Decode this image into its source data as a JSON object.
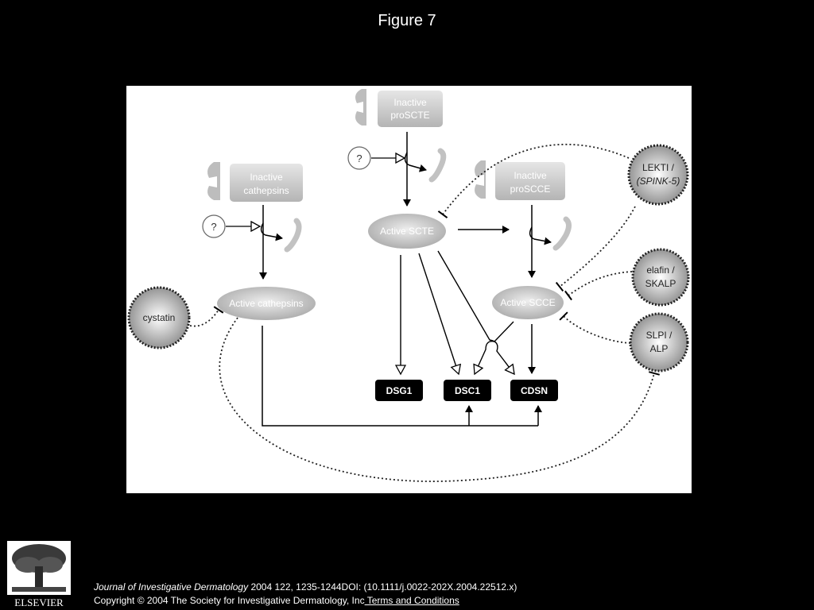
{
  "slide": {
    "title": "Figure 7"
  },
  "diagram": {
    "nodes": {
      "inactive_prosctse": [
        "Inactive",
        "proSCTE"
      ],
      "inactive_cathepsins": [
        "Inactive",
        "cathepsins"
      ],
      "inactive_proscce": [
        "Inactive",
        "proSCCE"
      ],
      "active_scte": "Active SCTE",
      "active_cathepsins": "Active cathepsins",
      "active_scce": "Active SCCE",
      "unknown_activator": "?",
      "lekti": [
        "LEKTI /",
        "(SPINK-5)"
      ],
      "elafin": [
        "elafin /",
        "SKALP"
      ],
      "slpi": [
        "SLPI /",
        "ALP"
      ],
      "cystatin": "cystatin",
      "dsg1": "DSG1",
      "dsc1": "DSC1",
      "cdsn": "CDSN"
    }
  },
  "footer": {
    "journal": "Journal of Investigative Dermatology",
    "citation": " 2004 122, 1235-1244DOI: (10.1111/j.0022-202X.2004.22512.x)",
    "copyright": "Copyright © 2004 The Society for Investigative Dermatology, Inc",
    "terms_link": " Terms and Conditions"
  },
  "publisher": {
    "logo_text": "ELSEVIER"
  }
}
